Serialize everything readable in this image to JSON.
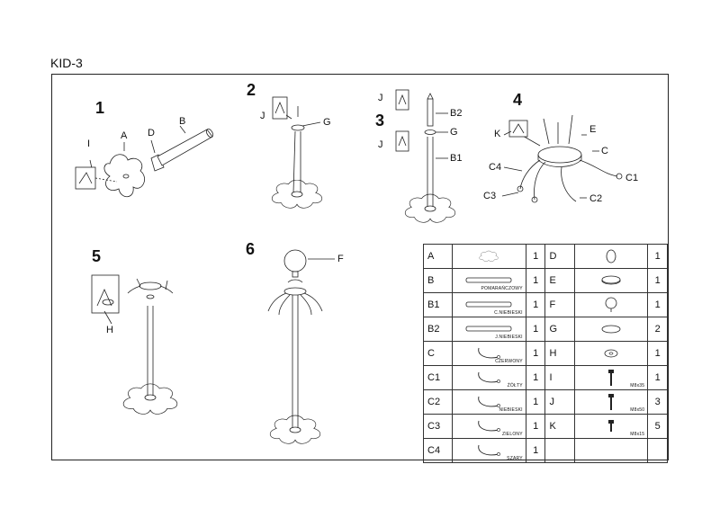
{
  "model": "KID-3",
  "steps": {
    "s1": {
      "number": "1",
      "labels": {
        "a": "A",
        "b": "B",
        "d": "D",
        "i": "I"
      }
    },
    "s2": {
      "number": "2",
      "labels": {
        "j": "J",
        "g": "G"
      }
    },
    "s3": {
      "number": "3",
      "labels": {
        "j1": "J",
        "j2": "J",
        "b2": "B2",
        "g": "G",
        "b1": "B1"
      }
    },
    "s4": {
      "number": "4",
      "labels": {
        "k": "K",
        "e": "E",
        "c": "C",
        "c4": "C4",
        "c1": "C1",
        "c3": "C3",
        "c2": "C2"
      }
    },
    "s5": {
      "number": "5",
      "labels": {
        "h": "H"
      }
    },
    "s6": {
      "number": "6",
      "labels": {
        "f": "F"
      }
    }
  },
  "parts": {
    "left": [
      {
        "id": "A",
        "caption": "",
        "qty": "1"
      },
      {
        "id": "B",
        "caption": "POMARAŃCZOWY",
        "qty": "1"
      },
      {
        "id": "B1",
        "caption": "C.NIEBIESKI",
        "qty": "1"
      },
      {
        "id": "B2",
        "caption": "J.NIEBIESKI",
        "qty": "1"
      },
      {
        "id": "C",
        "caption": "CZERWONY",
        "qty": "1"
      },
      {
        "id": "C1",
        "caption": "ŻÓŁTY",
        "qty": "1"
      },
      {
        "id": "C2",
        "caption": "NIEBIESKI",
        "qty": "1"
      },
      {
        "id": "C3",
        "caption": "ZIELONY",
        "qty": "1"
      },
      {
        "id": "C4",
        "caption": "SZARY",
        "qty": "1"
      }
    ],
    "right": [
      {
        "id": "D",
        "caption": "",
        "qty": "1"
      },
      {
        "id": "E",
        "caption": "",
        "qty": "1"
      },
      {
        "id": "F",
        "caption": "",
        "qty": "1"
      },
      {
        "id": "G",
        "caption": "",
        "qty": "2"
      },
      {
        "id": "H",
        "caption": "",
        "qty": "1"
      },
      {
        "id": "I",
        "caption": "M8x35",
        "qty": "1"
      },
      {
        "id": "J",
        "caption": "M8x50",
        "qty": "3"
      },
      {
        "id": "K",
        "caption": "M8x15",
        "qty": "5"
      }
    ]
  }
}
